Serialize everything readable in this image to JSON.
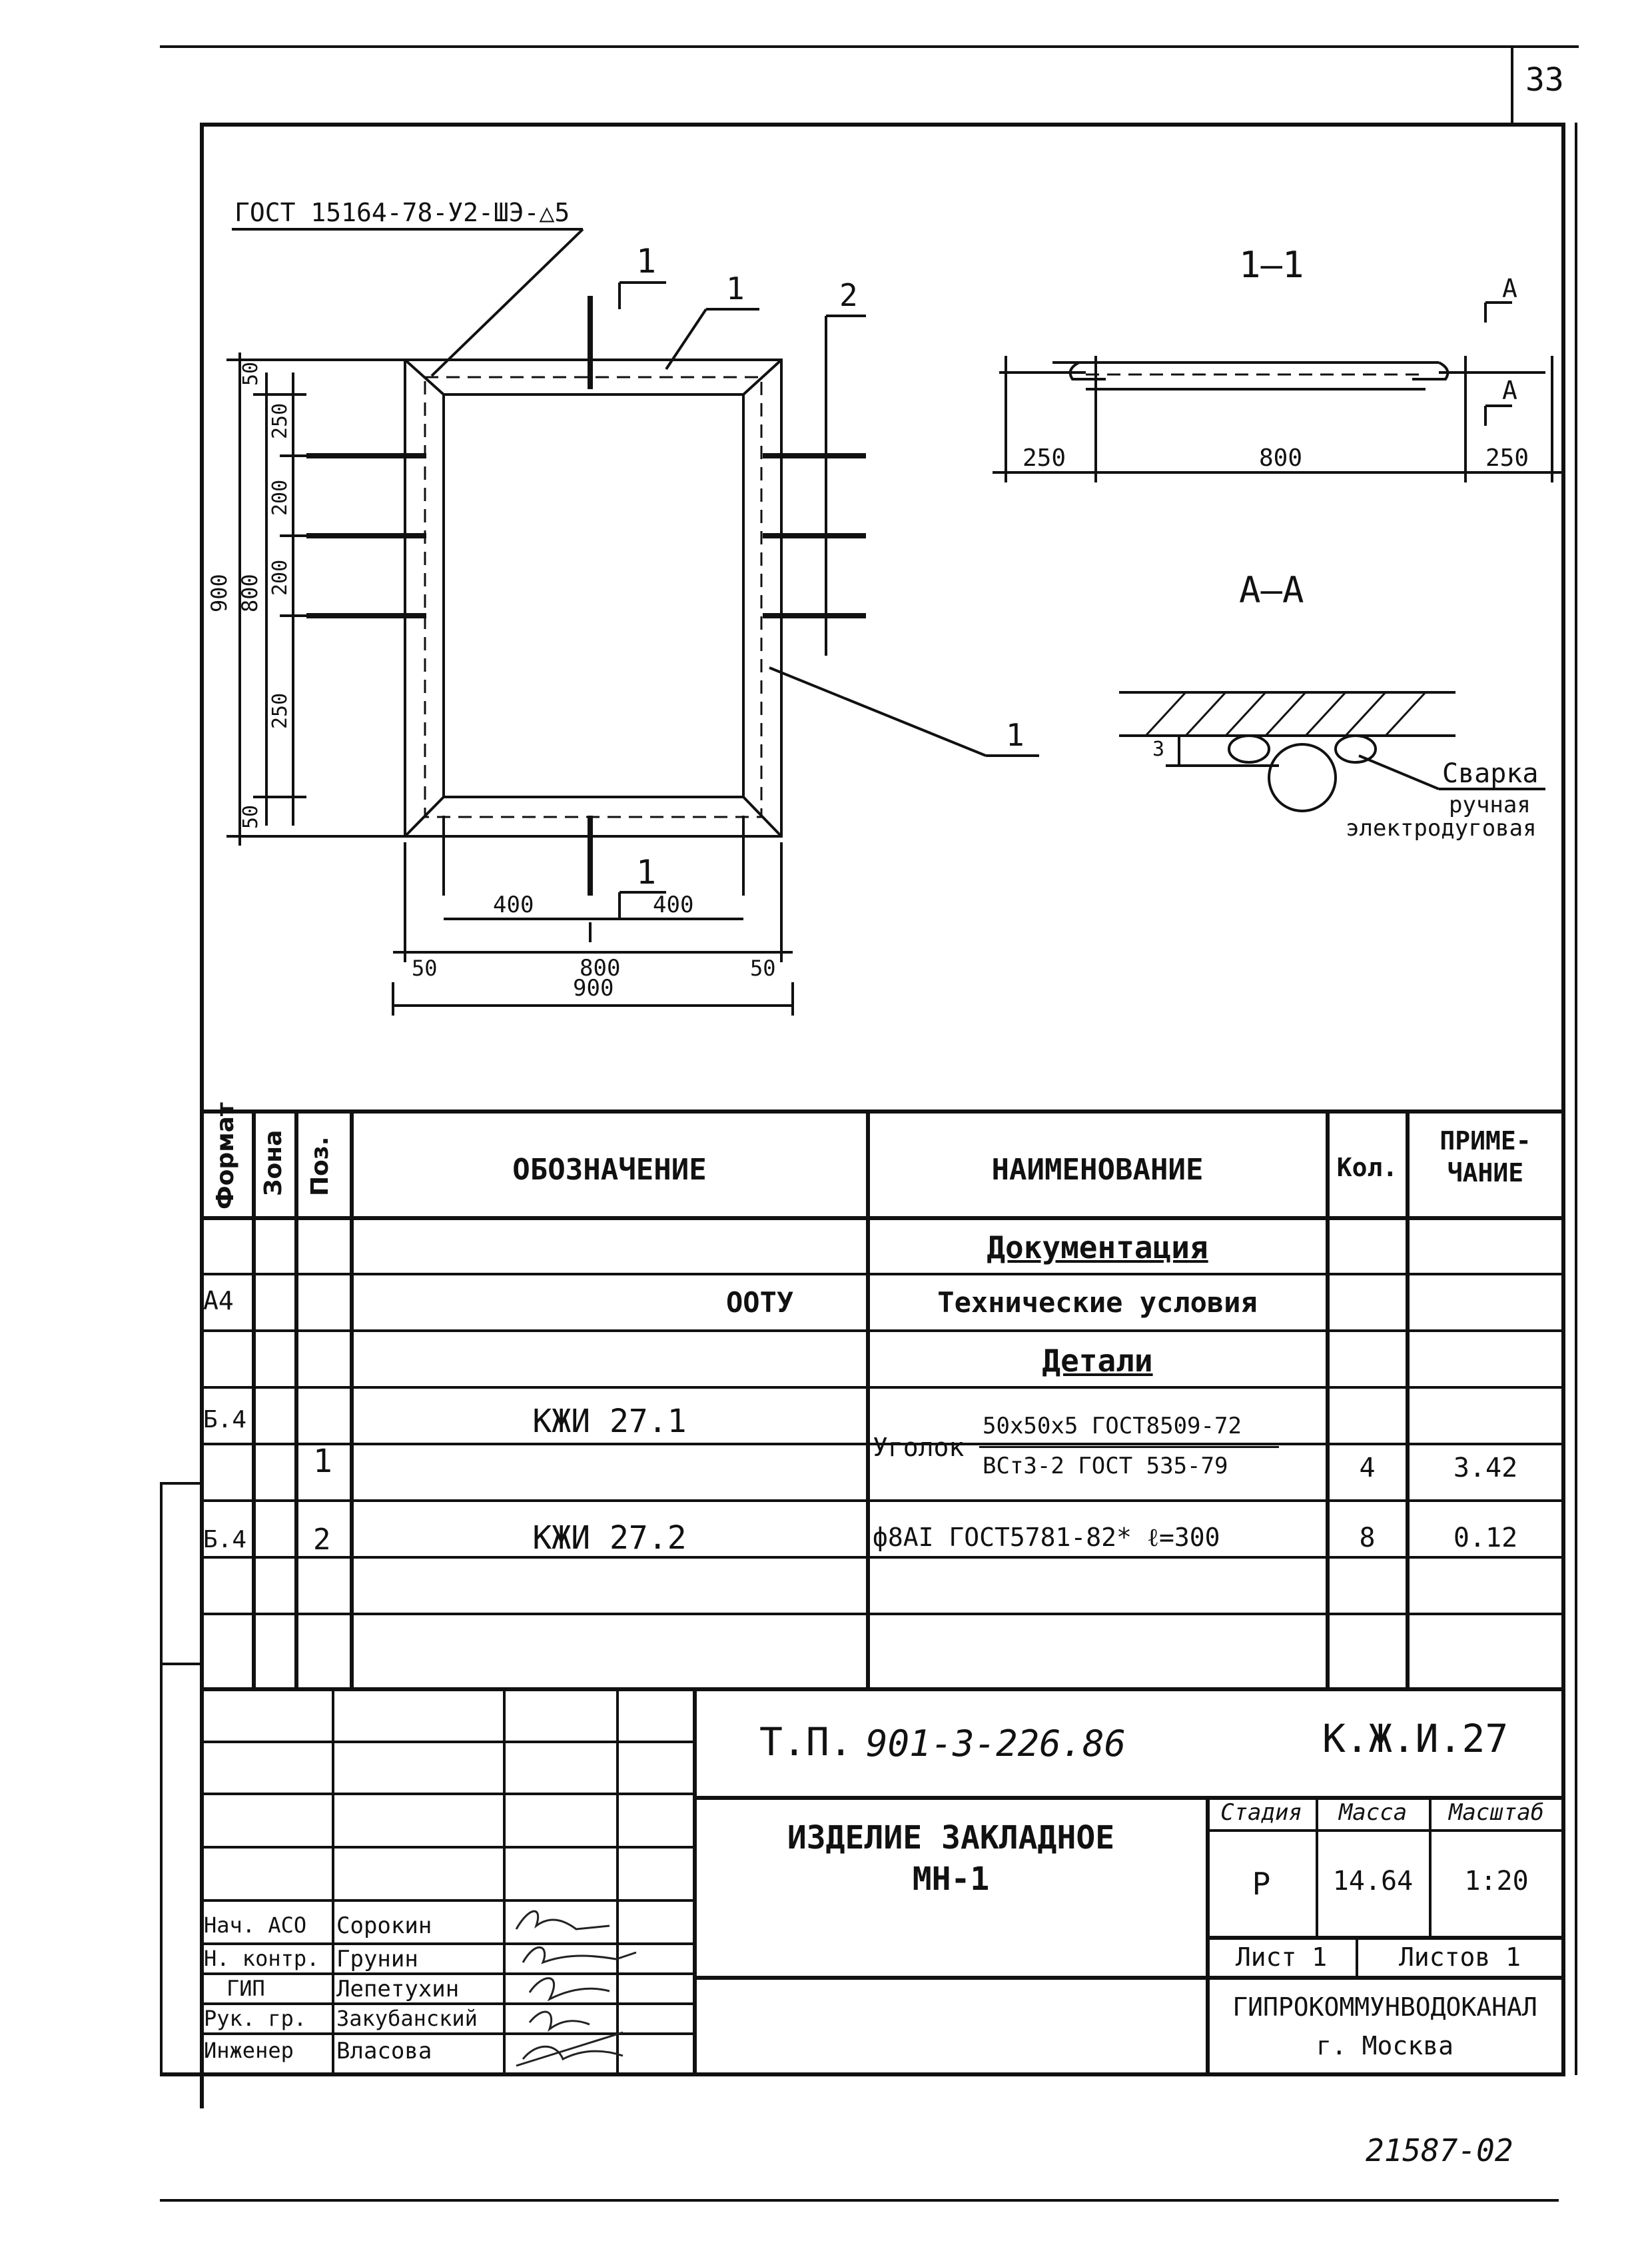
{
  "sheet_number": "33",
  "drawing": {
    "weld_note": "ГОСТ 15164-78-У2-ШЭ-△5",
    "section_marks": [
      "1",
      "1"
    ],
    "pos_labels": [
      "1",
      "2",
      "1"
    ],
    "left_dims": [
      "900",
      "800",
      "50",
      "250",
      "200",
      "200",
      "250",
      "50"
    ],
    "bottom_dims": [
      "400",
      "400",
      "50",
      "800",
      "50",
      "900"
    ],
    "section_11": {
      "title": "1—1",
      "marks": [
        "А",
        "А"
      ],
      "dims": [
        "250",
        "800",
        "250"
      ]
    },
    "section_aa": {
      "title": "А—А",
      "dim": "3",
      "weld_label": "Сварка",
      "weld_desc_1": "ручная",
      "weld_desc_2": "электродуговая"
    }
  },
  "spec": {
    "headers": {
      "format": "Формат",
      "zone": "Зона",
      "pos": "Поз.",
      "designation": "ОБОЗНАЧЕНИЕ",
      "name": "НАИМЕНОВАНИЕ",
      "qty": "Кол.",
      "note_1": "ПРИМЕ-",
      "note_2": "ЧАНИЕ"
    },
    "section_docs": "Документация",
    "docs_format": "А4",
    "docs_designation": "ООТУ",
    "docs_name": "Технические условия",
    "section_parts": "Детали",
    "row1": {
      "format": "Б.4",
      "pos": "1",
      "designation": "КЖИ 27.1",
      "name_prefix": "Уголок",
      "name_top": "50х50х5 ГОСТ8509-72",
      "name_bottom": "ВСт3-2 ГОСТ 535-79",
      "qty": "4",
      "note": "3.42"
    },
    "row2": {
      "format": "Б.4",
      "pos": "2",
      "designation": "КЖИ 27.2",
      "name": "ф8АI ГОСТ5781-82*   ℓ=300",
      "qty": "8",
      "note": "0.12"
    }
  },
  "title_block": {
    "project": "Т.П.",
    "project_number": "901-3-226.86",
    "code": "К.Ж.И.27",
    "item_name_1": "ИЗДЕЛИЕ  ЗАКЛАДНОЕ",
    "item_name_2": "МН-1",
    "stage_label": "Стадия",
    "mass_label": "Масса",
    "scale_label": "Масштаб",
    "stage": "Р",
    "mass": "14.64",
    "scale": "1:20",
    "sheet": "Лист 1",
    "sheets": "Листов 1",
    "org_1": "ГИПРОКОММУНВОДОКАНАЛ",
    "org_2": "г. Москва",
    "roles": [
      "Нач. АСО",
      "Н. контр.",
      "ГИП",
      "Рук. гр.",
      "Инженер"
    ],
    "names": [
      "Сорокин",
      "Грунин",
      "Лепетухин",
      "Закубанский",
      "Власова"
    ]
  },
  "footer_code": "21587-02"
}
